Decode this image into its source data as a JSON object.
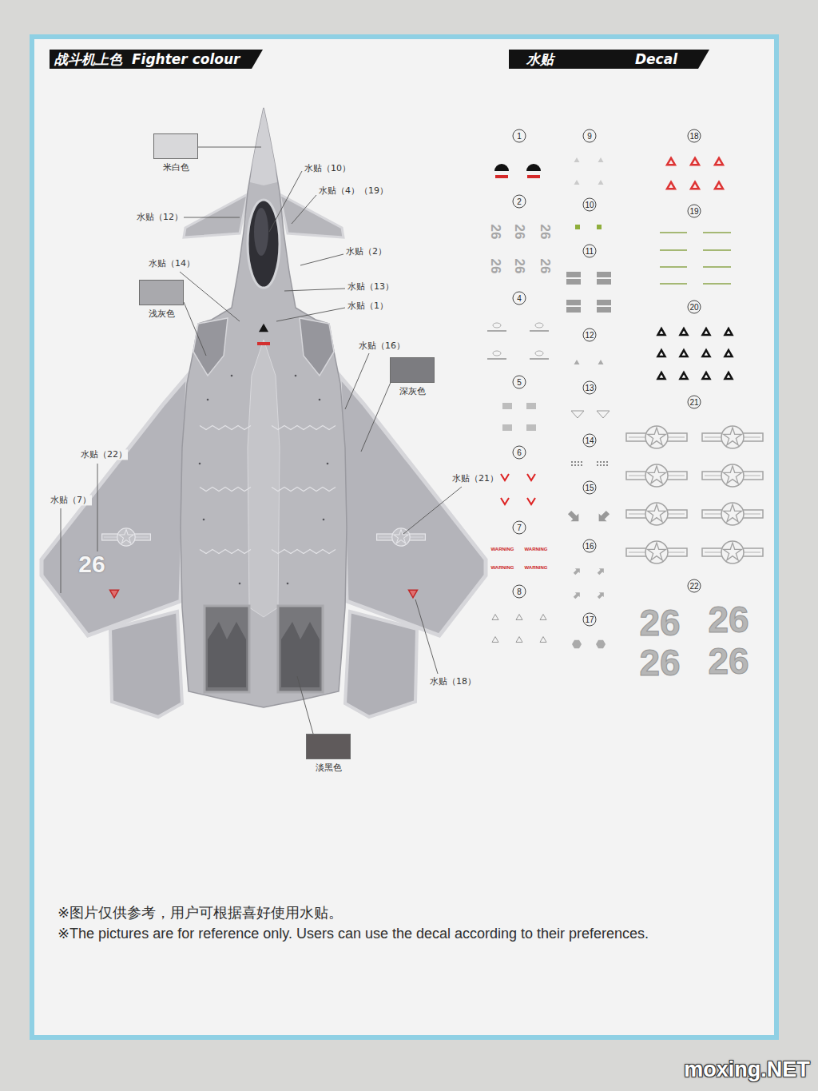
{
  "diagram": {
    "nodes": [
      {
        "text": [
          "战斗机上色",
          "Fighter colour"
        ]
      },
      {
        "text": [
          "水贴",
          "Decal"
        ]
      }
    ],
    "labels": [
      "水贴（10）",
      "水贴（4）（19）",
      "水贴（12）",
      "水贴（2）",
      "水贴（14）",
      "水贴（13）",
      "水贴（1）",
      "水贴（16）",
      "水贴（22）",
      "水贴（21）",
      "水贴（7）",
      "水贴（18）",
      "26",
      "1",
      "2",
      "26",
      "26",
      "26",
      "26",
      "26",
      "26",
      "4",
      "5",
      "6",
      "7",
      "WARNING",
      "WARNING",
      "WARNING",
      "WARNING",
      "8",
      "9",
      "10",
      "11",
      "12",
      "13",
      "14",
      "15",
      "16",
      "17",
      "18",
      "19",
      "20",
      "21",
      "22",
      "26",
      "26",
      "26",
      "26",
      "※图片仅供参考，用户可根据喜好使用水贴。",
      "※The pictures are for reference only. Users can use the decal according to their preferences.",
      "moxing.NET"
    ],
    "legend": [
      {
        "text": "米白色",
        "color": "#d8d8da"
      },
      {
        "text": "浅灰色",
        "color": "#a9a9ad"
      },
      {
        "text": "深灰色",
        "color": "#7c7c80"
      },
      {
        "text": "淡黑色",
        "color": "#5f5a5b"
      }
    ]
  }
}
